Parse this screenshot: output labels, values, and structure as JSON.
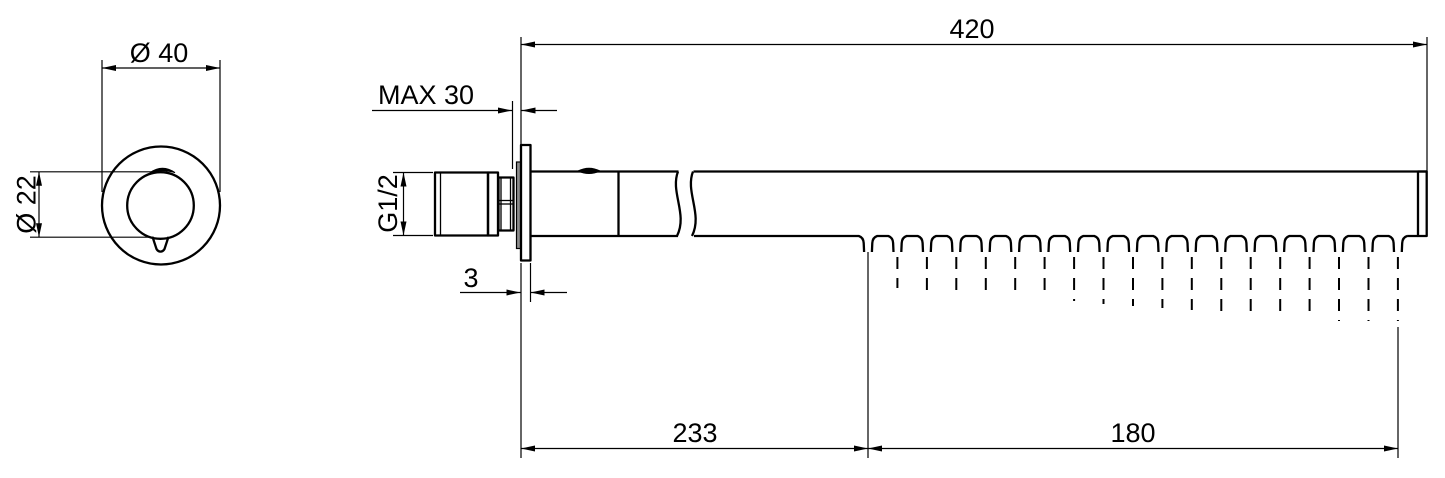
{
  "drawing": {
    "background": "#ffffff",
    "line_color": "#000000",
    "front_view": {
      "outer_diameter_label": "Ø 40",
      "inner_diameter_label": "Ø 22"
    },
    "side_view": {
      "total_length_label": "420",
      "max_wall_label": "MAX 30",
      "thread_label": "G1/2",
      "plate_thickness_label": "3",
      "wall_to_spray_label": "233",
      "spray_zone_label": "180",
      "nozzle_count": 19
    }
  }
}
